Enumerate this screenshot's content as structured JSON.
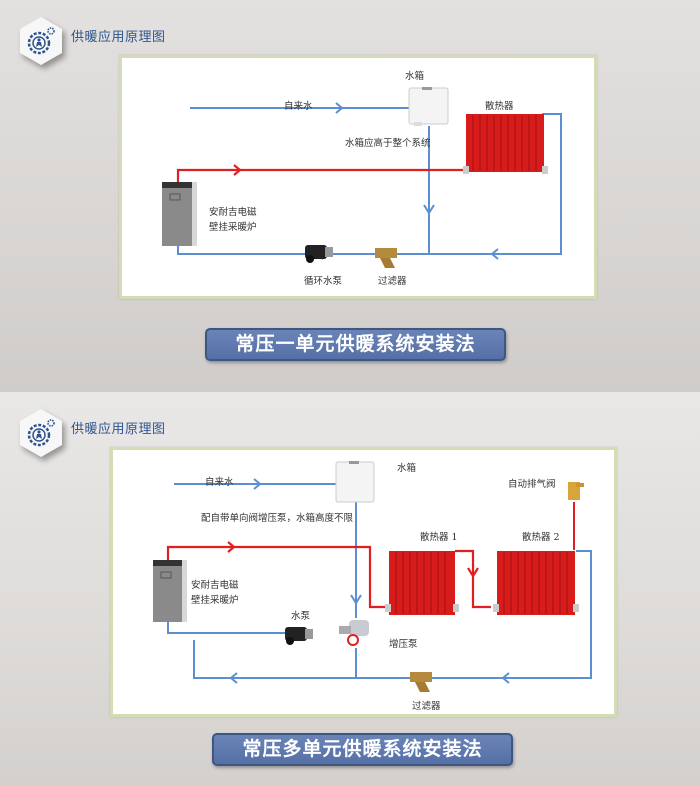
{
  "colors": {
    "hot_pipe": "#e02020",
    "cold_pipe": "#5b8fd0",
    "title_blue": "#2e5590",
    "banner_blue": "#5a74aa",
    "frame_green": "#d3dcb4"
  },
  "sections": [
    {
      "header": {
        "icon": "gear-person-icon",
        "title": "供暖应用原理图"
      },
      "labels": {
        "tap_water": "自来水",
        "water_tank": "水箱",
        "tank_note": "水箱应高于整个系统",
        "radiator": "散热器",
        "boiler": "安耐吉电磁",
        "boiler_line2": "壁挂采暖炉",
        "circulation_pump": "循环水泵",
        "filter": "过滤器"
      },
      "banner": "常压一单元供暖系统安装法"
    },
    {
      "header": {
        "icon": "gear-person-icon",
        "title": "供暖应用原理图"
      },
      "labels": {
        "tap_water": "自来水",
        "water_tank": "水箱",
        "tank_note": "配自带单向阀增压泵，水箱高度不限",
        "air_valve": "自动排气阀",
        "radiator1": "散热器 1",
        "radiator2": "散热器 2",
        "boiler": "安耐吉电磁",
        "boiler_line2": "壁挂采暖炉",
        "water_pump": "水泵",
        "booster_pump": "增压泵",
        "filter": "过滤器"
      },
      "banner": "常压多单元供暖系统安装法"
    }
  ]
}
